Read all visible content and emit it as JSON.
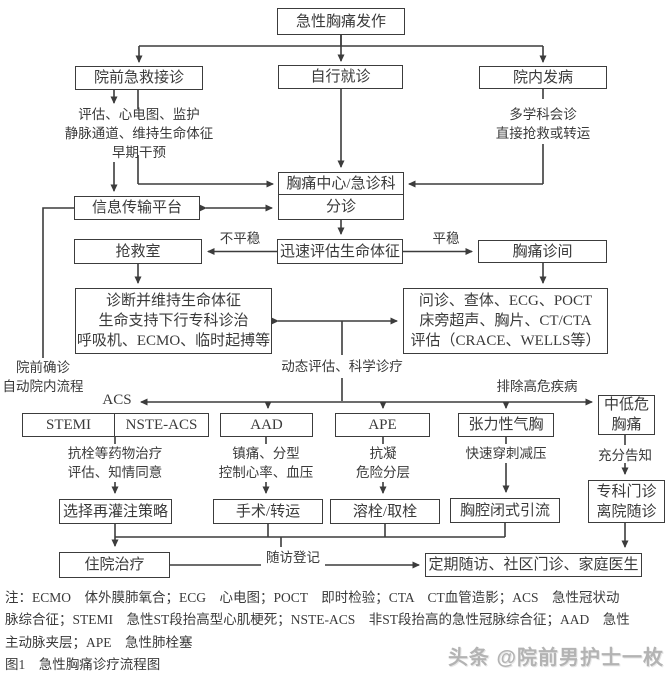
{
  "colors": {
    "line": "#3c3c3c",
    "text": "#3a3a3a",
    "watermark": "#b3b3b3",
    "background": "#ffffff"
  },
  "nodes": {
    "onset": "急性胸痛发作",
    "prehospital": "院前急救接诊",
    "self_visit": "自行就诊",
    "inhospital_onset": "院内发病",
    "chest_pain_center": "胸痛中心/急诊科",
    "triage": "分诊",
    "info_platform": "信息传输平台",
    "rescue_room": "抢救室",
    "rapid_assess": "迅速评估生命体征",
    "chest_pain_clinic": "胸痛诊间",
    "stabilize": {
      "lines": [
        "诊断并维持生命体征",
        "生命支持下行专科诊治",
        "呼吸机、ECMO、临时起搏等"
      ]
    },
    "workup": {
      "lines": [
        "问诊、查体、ECG、POCT",
        "床旁超声、胸片、CT/CTA",
        "评估（CRACE、WELLS等）"
      ]
    },
    "stemi": "STEMI",
    "nste_acs": "NSTE-ACS",
    "aad": "AAD",
    "ape": "APE",
    "pneumothorax": "张力性气胸",
    "low_risk": {
      "lines": [
        "中低危",
        "胸痛"
      ]
    },
    "reperfusion": "选择再灌注策略",
    "surgery_transfer": "手术/转运",
    "thrombolysis": "溶栓/取栓",
    "chest_drainage": "胸腔闭式引流",
    "specialist_followup": {
      "lines": [
        "专科门诊",
        "离院随诊"
      ]
    },
    "hospitalization": "住院治疗",
    "regular_followup": "定期随访、社区门诊、家庭医生"
  },
  "annotations": {
    "prehospital_actions": {
      "lines": [
        "评估、心电图、监护",
        "静脉通道、维持生命体征",
        "早期干预"
      ]
    },
    "inhospital_actions": {
      "lines": [
        "多学科会诊",
        "直接抢救或转运"
      ]
    },
    "unstable": "不平稳",
    "stable": "平稳",
    "prehospital_confirmed": {
      "lines": [
        "院前确诊",
        "自动院内流程"
      ]
    },
    "dynamic_eval": "动态评估、科学诊疗",
    "exclude_high_risk": "排除高危疾病",
    "acs": "ACS",
    "stemi_actions": {
      "lines": [
        "抗栓等药物治疗",
        "评估、知情同意"
      ]
    },
    "aad_actions": {
      "lines": [
        "镇痛、分型",
        "控制心率、血压"
      ]
    },
    "ape_actions": {
      "lines": [
        "抗凝",
        "危险分层"
      ]
    },
    "pneumo_actions": "快速穿刺减压",
    "low_risk_actions": "充分告知",
    "followup_register": "随访登记"
  },
  "note": {
    "line1": "注：ECMO　体外膜肺氧合；ECG　心电图；POCT　即时检验；CTA　CT血管造影；ACS　急性冠状动",
    "line2": "脉综合征；STEMI　急性ST段抬高型心肌梗死；NSTE-ACS　非ST段抬高的急性冠脉综合征；AAD　急性",
    "line3": "主动脉夹层；APE　急性肺栓塞",
    "caption": "图1　急性胸痛诊疗流程图"
  },
  "watermark": "头条 @院前男护士一枚"
}
